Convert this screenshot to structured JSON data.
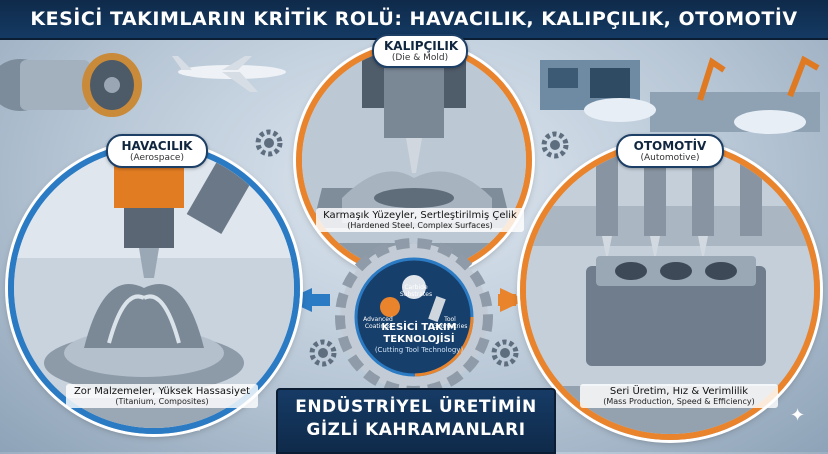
{
  "title": "KESİCİ TAKIMLARIN KRİTİK ROLÜ: HAVACILIK, KALIPÇILIK, OTOMOTİV",
  "panels": {
    "aerospace": {
      "label": "HAVACILIK",
      "sublabel": "(Aerospace)",
      "caption_tr": "Zor Malzemeler, Yüksek Hassasiyet",
      "caption_en": "(Titanium, Composites)",
      "ring_color": "#2b7bc4",
      "icon": "turbine-blisk-icon"
    },
    "die_mold": {
      "label": "KALIPÇILIK",
      "sublabel": "(Die & Mold)",
      "caption_tr": "Karmaşık Yüzeyler, Sertleştirilmiş Çelik",
      "caption_en": "(Hardened Steel, Complex Surfaces)",
      "ring_color": "#e9842c",
      "icon": "mold-block-icon"
    },
    "automotive": {
      "label": "OTOMOTİV",
      "sublabel": "(Automotive)",
      "caption_tr": "Seri Üretim, Hız & Verimlilik",
      "caption_en": "(Mass Production, Speed & Efficiency)",
      "ring_color": "#e9842c",
      "icon": "engine-block-icon"
    }
  },
  "center": {
    "title": "KESİCİ TAKIM TEKNOLOJİSİ",
    "subtitle": "(Cutting Tool Technology)",
    "items": [
      {
        "label": "Carbide Substrates",
        "icon": "carbide-insert-icon"
      },
      {
        "label": "Advanced Coatings",
        "icon": "coating-icon"
      },
      {
        "label": "Tool Geometries",
        "icon": "drill-geometry-icon"
      }
    ]
  },
  "banner": {
    "line1": "ENDÜSTRİYEL ÜRETİMİN",
    "line2": "GİZLİ KAHRAMANLARI"
  },
  "colors": {
    "navy": "#0f2a4a",
    "orange": "#e9842c",
    "blue": "#2b7bc4"
  }
}
